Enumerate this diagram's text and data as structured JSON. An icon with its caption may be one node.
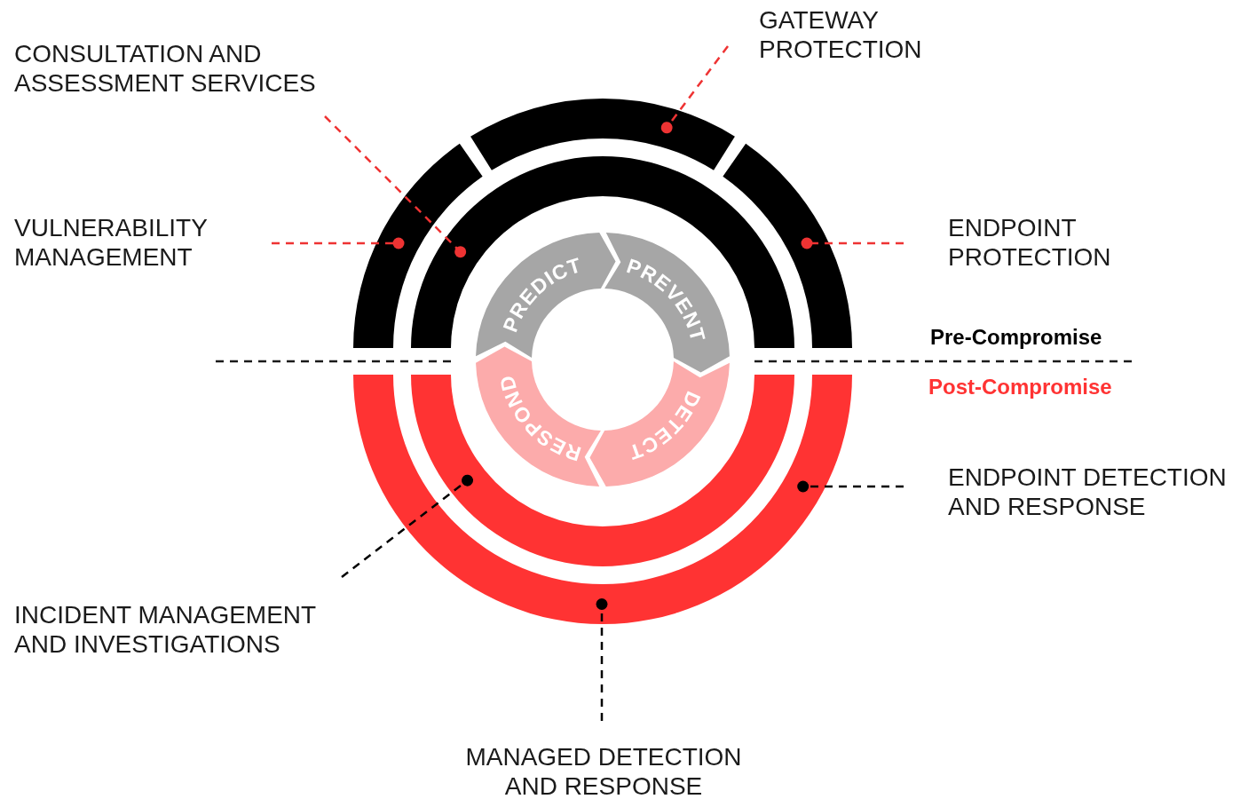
{
  "diagram": {
    "nodes": [
      {
        "text": [
          "CONSULTATION AND ASSESSMENT SERVICES"
        ]
      },
      {
        "text": [
          "GATEWAY PROTECTION"
        ]
      },
      {
        "text": [
          "VULNERABILITY MANAGEMENT"
        ]
      },
      {
        "text": [
          "ENDPOINT PROTECTION"
        ]
      },
      {
        "text": [],
        "shape": "bar"
      },
      {
        "text": [],
        "shape": "bar"
      },
      {
        "text": [],
        "shape": "bar"
      },
      {
        "text": [],
        "shape": "bar"
      },
      {
        "text": [
          "PREDICT"
        ]
      },
      {
        "text": [
          "PREVENT"
        ]
      },
      {
        "text": [
          "DETECT"
        ]
      },
      {
        "text": [
          "RESPOND"
        ]
      },
      {
        "text": [],
        "shape": "bar"
      },
      {
        "text": [],
        "shape": "bar"
      },
      {
        "text": [
          "ENDPOINT DETECTION AND RESPONSE"
        ]
      },
      {
        "text": [
          "INCIDENT MANAGEMENT AND INVESTIGATIONS"
        ]
      },
      {
        "text": [
          "MANAGED DETECTION AND RESPONSE"
        ]
      }
    ],
    "edges": [
      {
        "from": 0,
        "to": 7,
        "arrow": "other",
        "style": "dashed",
        "color": "#ee3333"
      },
      {
        "from": 1,
        "to": 5,
        "arrow": "other",
        "style": "dashed",
        "color": "#ee3333"
      },
      {
        "from": 2,
        "to": 4,
        "arrow": "other",
        "style": "dashed",
        "color": "#ee3333"
      },
      {
        "from": 3,
        "to": 6,
        "arrow": "other",
        "style": "dashed",
        "color": "#ee3333"
      },
      {
        "from": 14,
        "to": 13,
        "arrow": "other",
        "style": "dashed",
        "color": "#000000"
      },
      {
        "from": 15,
        "to": 12,
        "arrow": "other",
        "style": "dashed",
        "color": "#000000"
      },
      {
        "from": 16,
        "to": 13,
        "arrow": "other",
        "style": "dashed",
        "color": "#000000"
      }
    ],
    "labels": [
      "Pre-Compromise",
      "Post-Compromise"
    ]
  }
}
